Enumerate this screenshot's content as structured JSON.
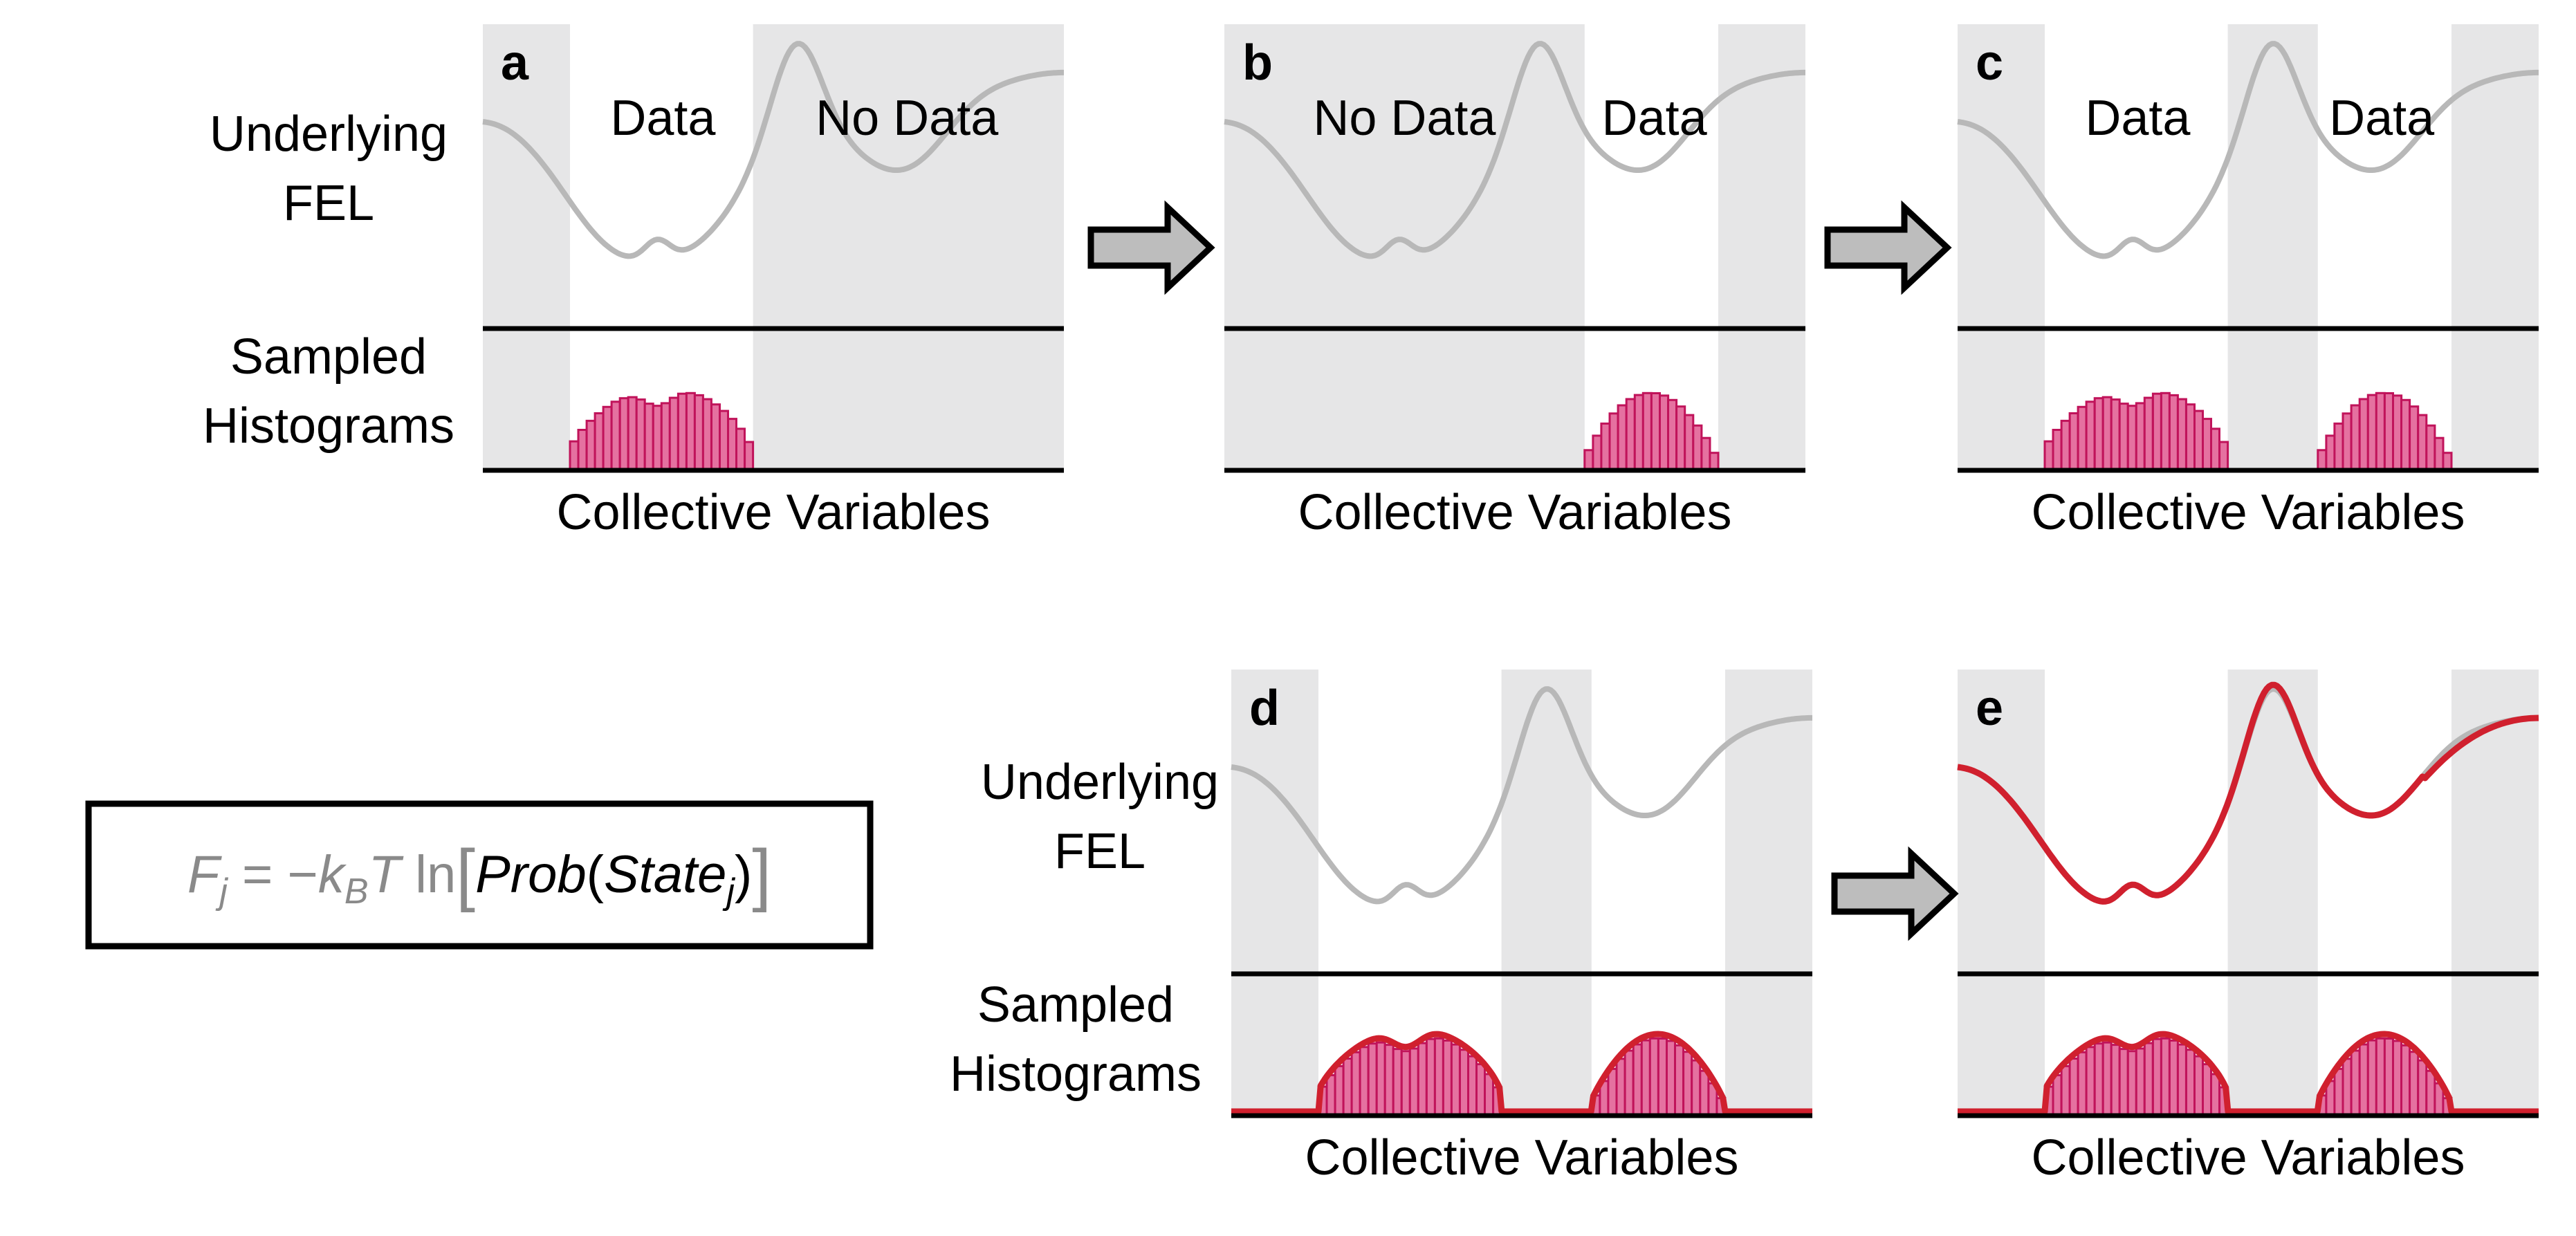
{
  "figure": {
    "panels": [
      {
        "id": "a",
        "letter": "a",
        "row_label": {
          "line1": "Underlying",
          "line2": "FEL",
          "line3": "Sampled",
          "line4": "Histograms"
        },
        "top_labels": [
          "Data",
          "No Data"
        ],
        "xlabel": "Collective Variables",
        "shaded": [
          [
            0,
            0.15
          ],
          [
            0.465,
            1.0
          ]
        ],
        "hist_regions": [
          [
            0.15,
            0.465
          ]
        ],
        "fitted": false
      },
      {
        "id": "b",
        "letter": "b",
        "top_labels": [
          "No Data",
          "Data"
        ],
        "xlabel": "Collective Variables",
        "shaded": [
          [
            0,
            0.62
          ],
          [
            0.85,
            1.0
          ]
        ],
        "hist_regions": [
          [
            0.62,
            0.85
          ]
        ],
        "fitted": false
      },
      {
        "id": "c",
        "letter": "c",
        "top_labels": [
          "Data",
          "Data"
        ],
        "xlabel": "Collective Variables",
        "shaded": [
          [
            0,
            0.15
          ],
          [
            0.465,
            0.62
          ],
          [
            0.85,
            1.0
          ]
        ],
        "hist_regions": [
          [
            0.15,
            0.465
          ],
          [
            0.62,
            0.85
          ]
        ],
        "fitted": false
      },
      {
        "id": "d",
        "letter": "d",
        "row_label": {
          "line1": "Underlying",
          "line2": "FEL",
          "line3": "Sampled",
          "line4": "Histograms"
        },
        "top_labels": [],
        "xlabel": "Collective Variables",
        "shaded": [
          [
            0,
            0.15
          ],
          [
            0.465,
            0.62
          ],
          [
            0.85,
            1.0
          ]
        ],
        "hist_regions": [
          [
            0.15,
            0.465
          ],
          [
            0.62,
            0.85
          ]
        ],
        "fitted": true,
        "fel_fit": false
      },
      {
        "id": "e",
        "letter": "e",
        "top_labels": [],
        "xlabel": "Collective Variables",
        "shaded": [
          [
            0,
            0.15
          ],
          [
            0.465,
            0.62
          ],
          [
            0.85,
            1.0
          ]
        ],
        "hist_regions": [
          [
            0.15,
            0.465
          ],
          [
            0.62,
            0.85
          ]
        ],
        "fitted": true,
        "fel_fit": true
      }
    ],
    "equation": {
      "F": "F",
      "j": "j",
      "eq": " = −",
      "k": "k",
      "B": "B",
      "T": "T",
      "ln": " ln",
      "lbr": "[",
      "prob": "Prob",
      "lp": "(",
      "state": "State",
      "sj": "j",
      "rp": ")",
      "rbr": "]"
    },
    "arrows": [
      "a-to-b",
      "b-to-c",
      "d-to-e"
    ],
    "colors": {
      "shade": "#e6e6e7",
      "fel_curve": "#b8b8b8",
      "hist_fill": "#e571a0",
      "hist_edge": "#c0135a",
      "fit_line": "#d0202e",
      "axis": "#000000",
      "arrow_fill": "#bdbdbd",
      "equation_text": "#8a8a8a"
    }
  }
}
